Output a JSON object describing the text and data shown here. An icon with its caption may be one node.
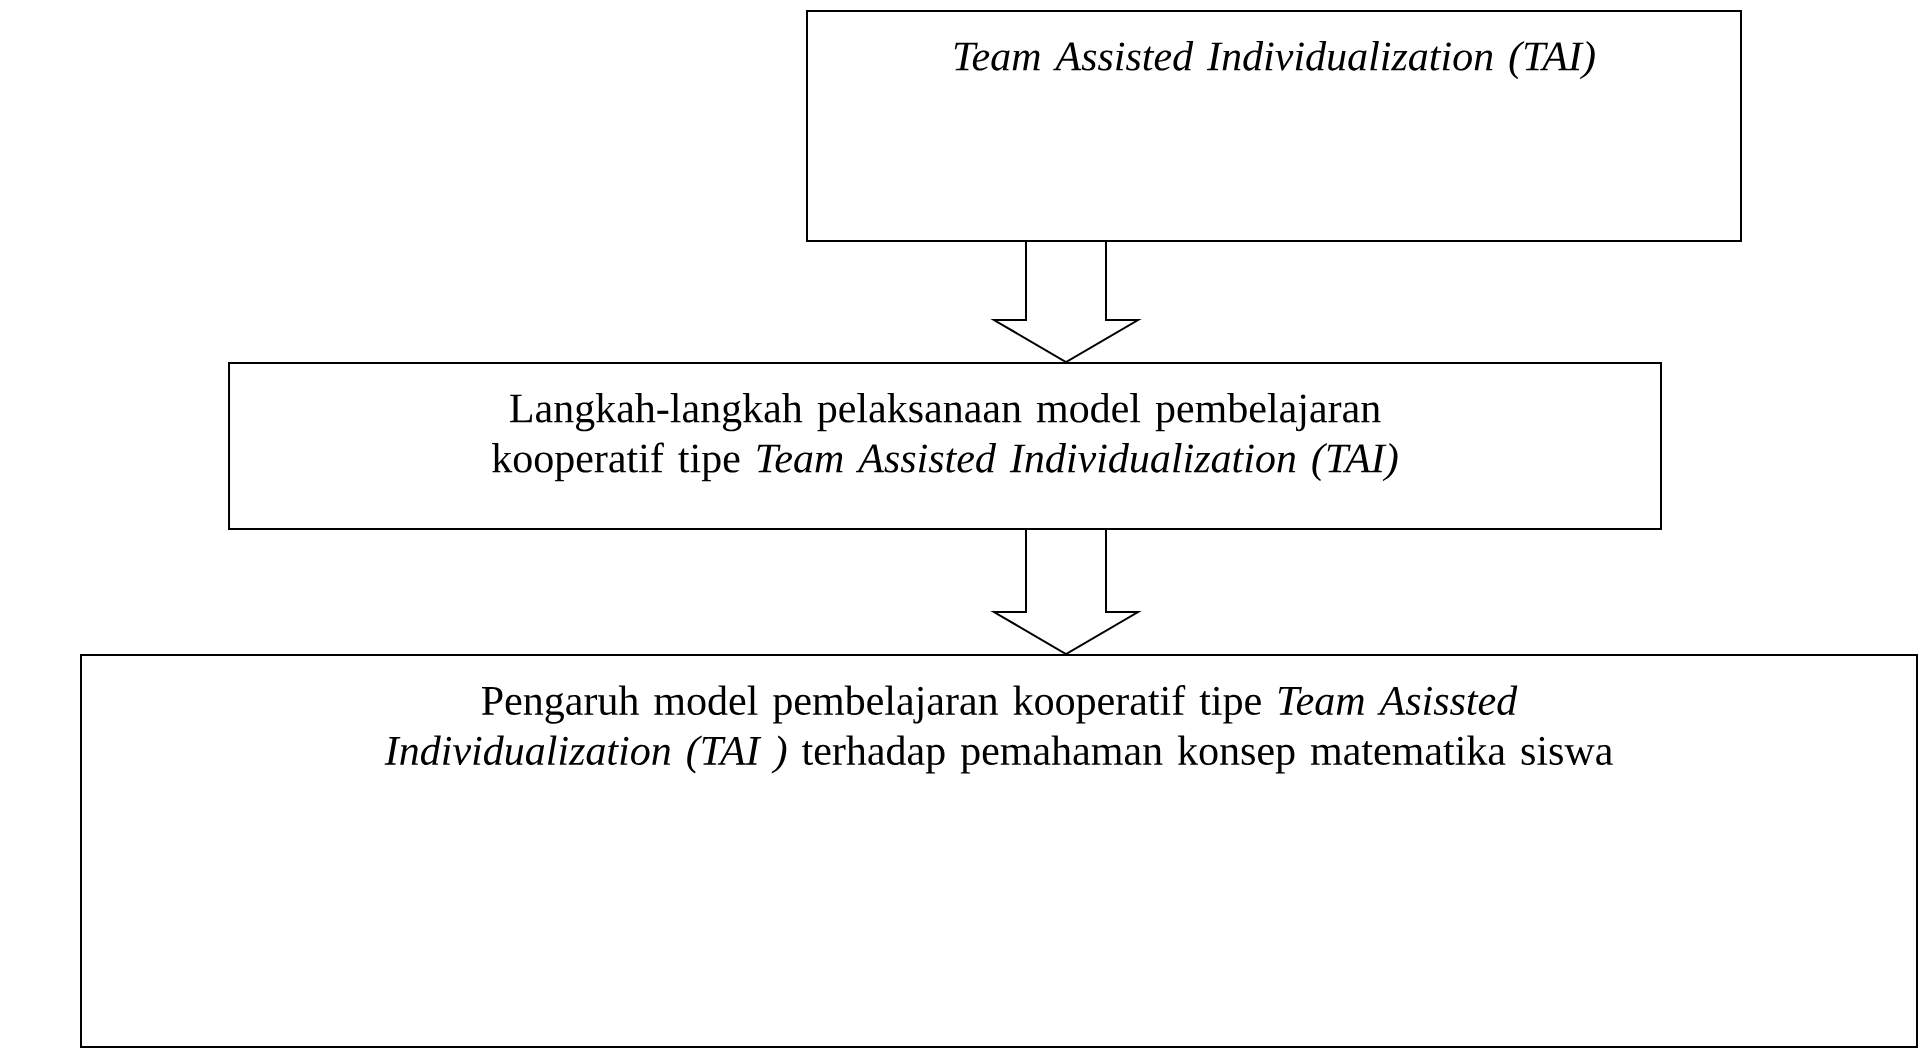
{
  "diagram": {
    "nodes": [
      {
        "text": [
          "Team Assisted Individualization (TAI)"
        ]
      },
      {
        "text": [
          "Langkah-langkah pelaksanaan model pembelajaran kooperatif tipe *Team Assisted Individualization (TAI)*"
        ]
      },
      {
        "text": [
          "Pengaruh model pembelajaran kooperatif tipe *Team Asissted Individualization (TAI )* terhadap pemahaman konsep matematika siswa"
        ]
      }
    ],
    "edges": [
      {
        "from": 0,
        "to": 1,
        "arrow": "to"
      },
      {
        "from": 1,
        "to": 2,
        "arrow": "to"
      }
    ]
  }
}
